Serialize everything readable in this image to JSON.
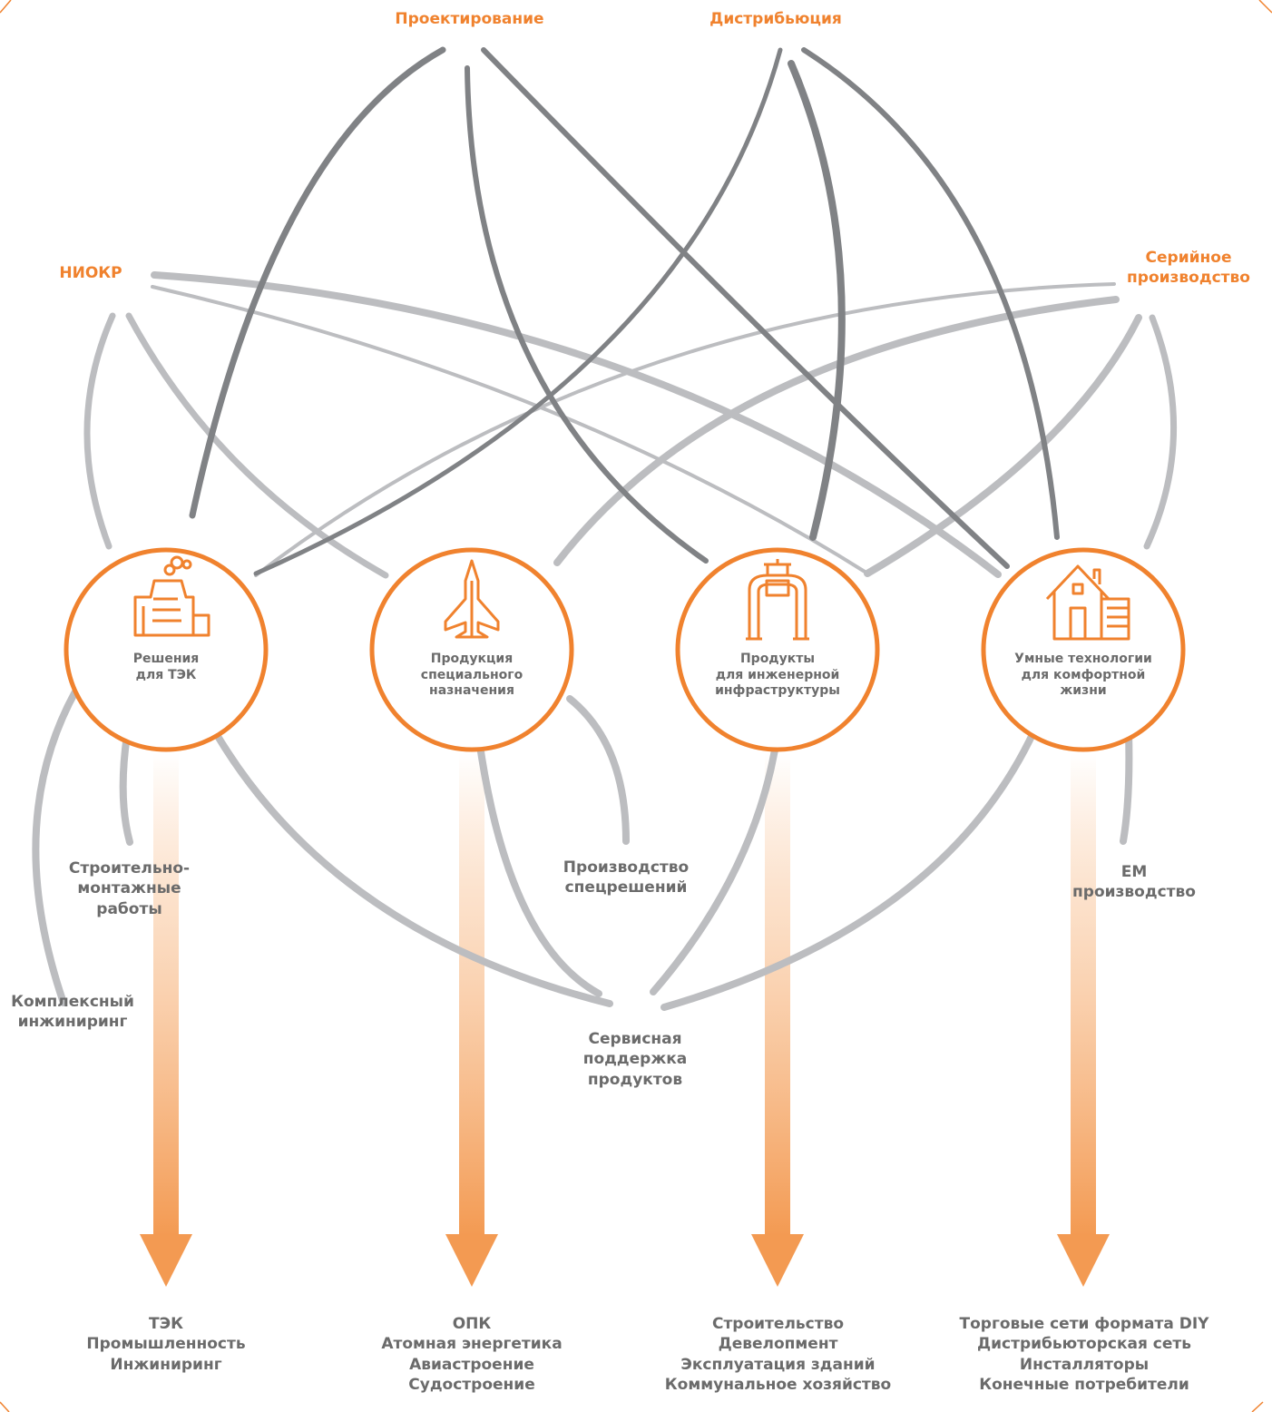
{
  "top_labels": {
    "design": "Проектирование",
    "distribution": "Дистрибьюция",
    "rnd": "НИОКР",
    "serial": [
      "Серийное",
      "производство"
    ]
  },
  "nodes": [
    {
      "id": "tek",
      "title": [
        "Решения",
        "для ТЭК"
      ],
      "icon": "factory-icon"
    },
    {
      "id": "special",
      "title": [
        "Продукция",
        "специального",
        "назначения"
      ],
      "icon": "fighter-jet-icon"
    },
    {
      "id": "infra",
      "title": [
        "Продукты",
        "для инженерной",
        "инфраструктуры"
      ],
      "icon": "pipeline-icon"
    },
    {
      "id": "smart",
      "title": [
        "Умные технологии",
        "для комфортной",
        "жизни"
      ],
      "icon": "house-icon"
    }
  ],
  "side_labels": {
    "construction": [
      "Строительно-",
      "монтажные",
      "работы"
    ],
    "engineering": [
      "Комплексный",
      "инжиниринг"
    ],
    "special_production": [
      "Производство",
      "спецрешений"
    ],
    "em_production": [
      "EM",
      "производство"
    ],
    "service": [
      "Сервисная",
      "поддержка",
      "продуктов"
    ]
  },
  "markets": [
    [
      "ТЭК",
      "Промышленность",
      "Инжиниринг"
    ],
    [
      "ОПК",
      "Атомная энергетика",
      "Авиастроение",
      "Судостроение"
    ],
    [
      "Строительство",
      "Девелопмент",
      "Эксплуатация зданий",
      "Коммунальное хозяйство"
    ],
    [
      "Торговые сети формата DIY",
      "Дистрибьюторская сеть",
      "Инсталляторы",
      "Конечные потребители"
    ]
  ],
  "colors": {
    "accent": "#f0822e",
    "dark_link": "#808285",
    "light_link": "#bcbdc0",
    "text": "#6b6b6b"
  }
}
